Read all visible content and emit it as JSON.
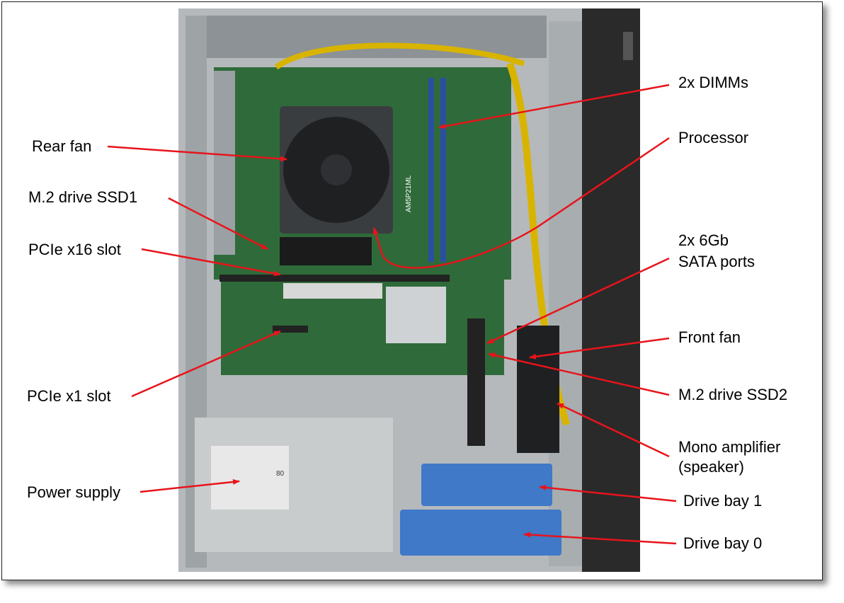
{
  "labels": {
    "rear_fan": "Rear fan",
    "m2_ssd1": "M.2 drive SSD1",
    "pcie_x16": "PCIe x16 slot",
    "pcie_x1": "PCIe x1 slot",
    "power_supply": "Power supply",
    "dimms": "2x DIMMs",
    "processor": "Processor",
    "sata_line1": "2x 6Gb",
    "sata_line2": "SATA ports",
    "front_fan": "Front fan",
    "m2_ssd2": "M.2 drive SSD2",
    "mono_line1": "Mono amplifier",
    "mono_line2": "(speaker)",
    "drive_bay_1": "Drive bay 1",
    "drive_bay_0": "Drive bay 0"
  },
  "board_marking": "AM5P21ML",
  "psu_rating": "80",
  "colors": {
    "arrow": "#e8141b",
    "board": "#2f6b3a",
    "chassis": "#b8bcbf",
    "drive_bay": "#3f79c8",
    "panel": "#2a2a2a"
  }
}
